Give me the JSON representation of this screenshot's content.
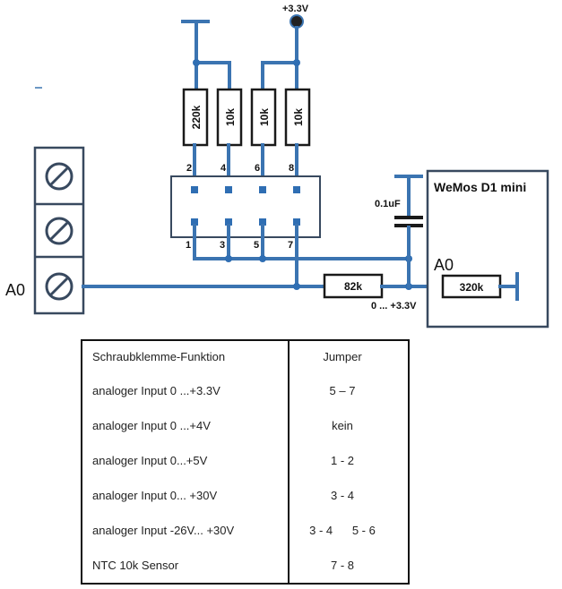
{
  "power": {
    "vcc_label": "+3.3V"
  },
  "resistors": [
    {
      "value": "220k",
      "pins": [
        "2",
        "1"
      ]
    },
    {
      "value": "10k",
      "pins": [
        "4",
        "3"
      ]
    },
    {
      "value": "10k",
      "pins": [
        "6",
        "5"
      ]
    },
    {
      "value": "10k",
      "pins": [
        "8",
        "7"
      ]
    }
  ],
  "terminal_label": "A0",
  "divider_resistor": "82k",
  "capacitor_label": "0.1uF",
  "range_label": "0 ... +3.3V",
  "board": {
    "title": "WeMos D1 mini",
    "pin_label": "A0",
    "internal_resistor": "320k"
  },
  "table": {
    "headers": [
      "Schraubklemme-Funktion",
      "Jumper"
    ],
    "rows": [
      [
        "analoger Input  0 ...+3.3V",
        "5 – 7"
      ],
      [
        "analoger Input  0 ...+4V",
        "kein"
      ],
      [
        "analoger Input  0...+5V",
        "1 - 2"
      ],
      [
        "analoger Input  0... +30V",
        "3 - 4"
      ],
      [
        "analoger Input  -26V... +30V",
        "3 - 4      5 - 6"
      ],
      [
        "NTC 10k  Sensor",
        "7 - 8"
      ]
    ]
  }
}
